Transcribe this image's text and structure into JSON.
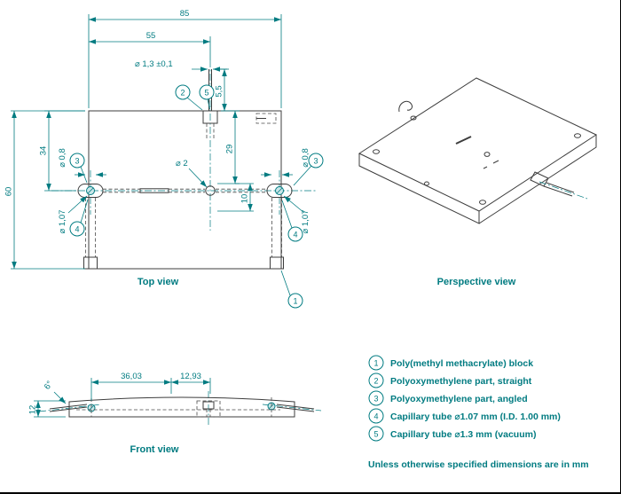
{
  "colors": {
    "accent": "#007b81",
    "line": "#3d3d3d"
  },
  "views": {
    "top_label": "Top view",
    "perspective_label": "Perspective view",
    "front_label": "Front view"
  },
  "balloon_numbers": {
    "n1": "1",
    "n2": "2",
    "n3": "3",
    "n4": "4",
    "n5": "5"
  },
  "dimensions": {
    "top_view": {
      "overall_width": "85",
      "capillary_offset": "55",
      "capillary_dia": "⌀ 1,3 ±0,1",
      "tube_stickout": "5,5",
      "depth_29": "29",
      "offset_10": "10",
      "port_depth": "34",
      "overall_height": "60",
      "hole_dia_left": "⌀ 0,8",
      "hole_dia_right": "⌀ 0,8",
      "tube_dia_left": "⌀ 1,07",
      "tube_dia_right": "⌀ 1,07",
      "center_hole_dia": "⌀ 2"
    },
    "front_view": {
      "length_36": "36,03",
      "length_12": "12,93",
      "angle": "6°",
      "height": "12"
    }
  },
  "legend": {
    "items": [
      {
        "num": "1",
        "label": "Poly(methyl methacrylate) block"
      },
      {
        "num": "2",
        "label": "Polyoxymethylene part, straight"
      },
      {
        "num": "3",
        "label": "Polyoxymethylene part, angled"
      },
      {
        "num": "4",
        "label": "Capillary tube ⌀1.07 mm (I.D. 1.00 mm)"
      },
      {
        "num": "5",
        "label": "Capillary tube ⌀1.3 mm (vacuum)"
      }
    ],
    "note": "Unless otherwise specified dimensions are in mm"
  }
}
